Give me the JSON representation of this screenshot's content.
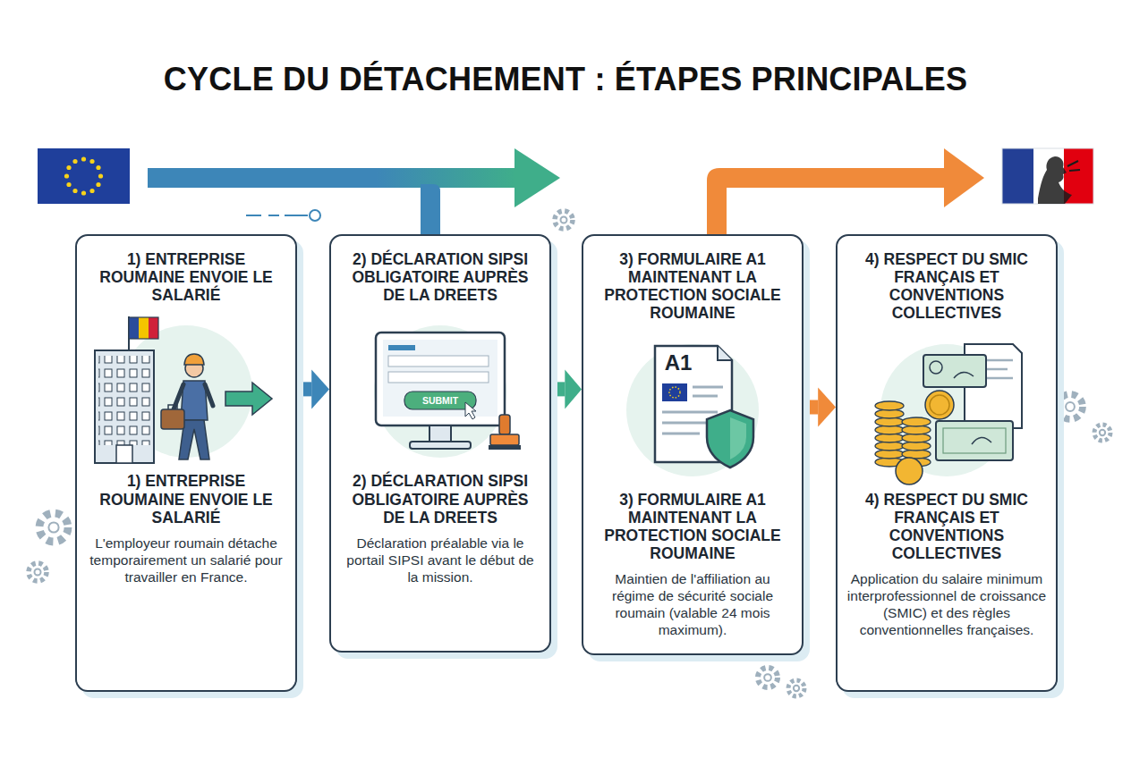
{
  "diagram": {
    "title": "CYCLE DU DÉTACHEMENT : ÉTAPES PRINCIPALES",
    "nodes": [
      {
        "text": [
          "1) ENTREPRISE ROUMAINE ENVOIE LE SALARIÉ",
          "1) ENTREPRISE ROUMAINE ENVOIE LE SALARIÉ",
          "L'employeur roumain détache temporairement un salarié pour travailler en France."
        ]
      },
      {
        "text": [
          "2) DÉCLARATION SIPSI OBLIGATOIRE AUPRÈS DE LA DREETS",
          "2) DÉCLARATION SIPSI OBLIGATOIRE AUPRÈS DE LA DREETS",
          "Déclaration préalable via le portail SIPSI avant le début de la mission."
        ]
      },
      {
        "text": [
          "3) FORMULAIRE A1 MAINTENANT LA PROTECTION SOCIALE ROUMAINE",
          "3) FORMULAIRE A1 MAINTENANT LA PROTECTION SOCIALE ROUMAINE",
          "Maintien de l'affiliation au régime de sécurité sociale roumain (valable 24 mois maximum)."
        ]
      },
      {
        "text": [
          "4) RESPECT DU SMIC FRANÇAIS ET CONVENTIONS COLLECTIVES",
          "4) RESPECT DU SMIC FRANÇAIS ET CONVENTIONS COLLECTIVES",
          "Application du salaire minimum interprofessionnel de croissance (SMIC) et des règles conventionnelles françaises."
        ]
      }
    ],
    "edges": [
      {
        "from": 0,
        "to": 1,
        "arrow": "to"
      },
      {
        "from": 1,
        "to": 2,
        "arrow": "to"
      },
      {
        "from": 2,
        "to": 3,
        "arrow": "to"
      }
    ],
    "labels": [
      "SUBMIT",
      "A1"
    ]
  }
}
